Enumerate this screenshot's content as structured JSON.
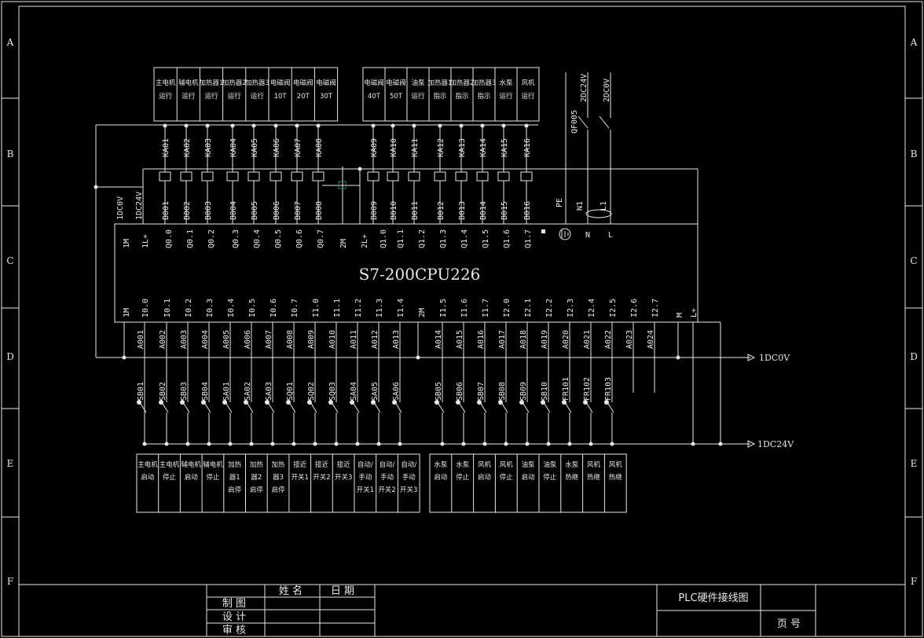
{
  "colors": {
    "background": "#000000",
    "line": "#e8e8e8",
    "accent": "#2e8b57"
  },
  "border_row_labels": [
    "A",
    "B",
    "C",
    "D",
    "E",
    "F"
  ],
  "plc_label": "S7-200CPU226",
  "top_left_boxes": [
    [
      "主电机",
      "运行"
    ],
    [
      "辅电机",
      "运行"
    ],
    [
      "加热器1",
      "运行"
    ],
    [
      "加热器2",
      "运行"
    ],
    [
      "加热器3",
      "运行"
    ],
    [
      "电磁阀",
      "10T"
    ],
    [
      "电磁阀",
      "20T"
    ],
    [
      "电磁阀",
      "30T"
    ]
  ],
  "top_right_boxes": [
    [
      "电磁阀",
      "40T"
    ],
    [
      "电磁阀",
      "50T"
    ],
    [
      "油泵",
      "运行"
    ],
    [
      "加热器1",
      "指示"
    ],
    [
      "加热器2",
      "指示"
    ],
    [
      "加热器3",
      "指示"
    ],
    [
      "水泵",
      "运行"
    ],
    [
      "风机",
      "运行"
    ]
  ],
  "relays": [
    "KA01",
    "KA02",
    "KA03",
    "KA04",
    "KA05",
    "KA06",
    "KA07",
    "KA08",
    "KA09",
    "KA10",
    "KA11",
    "KA12",
    "KA13",
    "KA14",
    "KA15",
    "KA16"
  ],
  "top_wires_left": [
    "1DC0V",
    "1DC24V"
  ],
  "top_wires": [
    "B001",
    "B002",
    "B003",
    "B004",
    "B005",
    "B006",
    "B007",
    "B008",
    "B009",
    "B010",
    "B011",
    "B012",
    "B013",
    "B014",
    "B015",
    "B016"
  ],
  "power_labels": [
    "PE",
    "N1",
    "L1"
  ],
  "supply_labels": [
    "2DC24V",
    "2DC0V"
  ],
  "breaker_label": "QF005",
  "plc_top_terminals": [
    "1M",
    "1L+",
    "Q0.0",
    "Q0.1",
    "Q0.2",
    "Q0.3",
    "Q0.4",
    "Q0.5",
    "Q0.6",
    "Q0.7",
    "2M",
    "2L+",
    "Q1.0",
    "Q1.1",
    "Q1.2",
    "Q1.3",
    "Q1.4",
    "Q1.5",
    "Q1.6",
    "Q1.7",
    "N",
    "L"
  ],
  "plc_bottom_terminals": [
    "1M",
    "I0.0",
    "I0.1",
    "I0.2",
    "I0.3",
    "I0.4",
    "I0.5",
    "I0.6",
    "I0.7",
    "I1.0",
    "I1.1",
    "I1.2",
    "I1.3",
    "I1.4",
    "2M",
    "I1.5",
    "I1.6",
    "I1.7",
    "I2.0",
    "I2.1",
    "I2.2",
    "I2.3",
    "I2.4",
    "I2.5",
    "I2.6",
    "I2.7",
    "M",
    "L+"
  ],
  "bottom_wires": [
    "A001",
    "A002",
    "A003",
    "A004",
    "A005",
    "A006",
    "A007",
    "A008",
    "A009",
    "A010",
    "A011",
    "A012",
    "A013",
    "A014",
    "A015",
    "A016",
    "A017",
    "A018",
    "A019",
    "A020",
    "A021",
    "A022",
    "A023",
    "A024"
  ],
  "dc0v_label": "1DC0V",
  "dc24v_label": "1DC24V",
  "switches": [
    "SB01",
    "SB02",
    "SB03",
    "SB04",
    "SA01",
    "SA02",
    "SA03",
    "SQ01",
    "SQ02",
    "SQ03",
    "SA04",
    "SA05",
    "SA06",
    "SB05",
    "SB06",
    "SB07",
    "SB08",
    "SB09",
    "SB10",
    "FR101",
    "FR102",
    "FR103"
  ],
  "bottom_left_boxes": [
    [
      "主电机",
      "启动"
    ],
    [
      "主电机",
      "停止"
    ],
    [
      "辅电机",
      "启动"
    ],
    [
      "辅电机",
      "停止"
    ],
    [
      "加热",
      "器1",
      "启停"
    ],
    [
      "加热",
      "器2",
      "启停"
    ],
    [
      "加热",
      "器3",
      "启停"
    ],
    [
      "接近",
      "开关1"
    ],
    [
      "接近",
      "开关2"
    ],
    [
      "接近",
      "开关3"
    ],
    [
      "自动/",
      "手动",
      "开关1"
    ],
    [
      "自动/",
      "手动",
      "开关2"
    ],
    [
      "自动/",
      "手动",
      "开关3"
    ]
  ],
  "bottom_right_boxes": [
    [
      "水泵",
      "启动"
    ],
    [
      "水泵",
      "停止"
    ],
    [
      "风机",
      "启动"
    ],
    [
      "风机",
      "停止"
    ],
    [
      "油泵",
      "启动"
    ],
    [
      "油泵",
      "停止"
    ],
    [
      "水泵",
      "热继"
    ],
    [
      "风机",
      "热继"
    ],
    [
      "风机",
      "热继"
    ]
  ],
  "title_block": {
    "name_header": "姓 名",
    "date_header": "日 期",
    "rows": [
      "制 图",
      "设 计",
      "审 核"
    ],
    "drawing_title": "PLC硬件接线图",
    "page_label": "页 号"
  }
}
